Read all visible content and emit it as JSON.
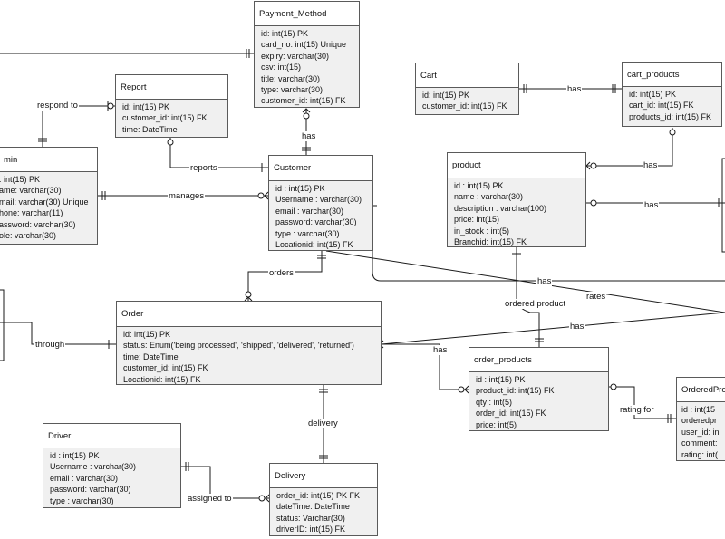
{
  "entities": {
    "payment_method": {
      "title": "Payment_Method",
      "attrs": [
        "id: int(15) PK",
        "card_no: int(15) Unique",
        "expiry: varchar(30)",
        "csv: int(15)",
        "title: varchar(30)",
        "type: varchar(30)",
        "customer_id: int(15) FK"
      ]
    },
    "report": {
      "title": "Report",
      "attrs": [
        "id: int(15) PK",
        "customer_id: int(15) FK",
        "time: DateTime"
      ]
    },
    "admin": {
      "title": "min",
      "attrs": [
        ": int(15) PK",
        "ame: varchar(30)",
        "mail: varchar(30) Unique",
        "hone: varchar(11)",
        "assword: varchar(30)",
        "ole: varchar(30)"
      ]
    },
    "customer": {
      "title": "Customer",
      "attrs": [
        "id : int(15) PK",
        "Username : varchar(30)",
        "email : varchar(30)",
        "password: varchar(30)",
        "type : varchar(30)",
        "Locationid: int(15) FK"
      ]
    },
    "cart": {
      "title": "Cart",
      "attrs": [
        "id: int(15) PK",
        "customer_id: int(15) FK"
      ]
    },
    "cart_products": {
      "title": "cart_products",
      "attrs": [
        "id: int(15) PK",
        "cart_id: int(15) FK",
        "products_id: int(15) FK"
      ]
    },
    "product": {
      "title": "product",
      "attrs": [
        "id : int(15) PK",
        "name : varchar(30)",
        "description : varchar(100)",
        "price: int(15)",
        "in_stock : int(5)",
        "Branchid: int(15) FK"
      ]
    },
    "order": {
      "title": "Order",
      "attrs": [
        "id: int(15) PK",
        "status: Enum('being processed', 'shipped', 'delivered', 'returned')",
        "time: DateTime",
        "customer_id: int(15) FK",
        "Locationid: int(15) FK"
      ]
    },
    "order_products": {
      "title": "order_products",
      "attrs": [
        "id : int(15) PK",
        "product_id: int(15) FK",
        "qty : int(5)",
        "order_id: int(15) FK",
        "price: int(5)"
      ]
    },
    "driver": {
      "title": "Driver",
      "attrs": [
        "id : int(15) PK",
        "Username : varchar(30)",
        "email : varchar(30)",
        "password: varchar(30)",
        "type : varchar(30)"
      ]
    },
    "delivery": {
      "title": "Delivery",
      "attrs": [
        "order_id: int(15) PK FK",
        "dateTime: DateTime",
        "status: Varchar(30)",
        "driverID: int(15) FK"
      ]
    },
    "ordered_product": {
      "title": "OrderedPro",
      "attrs": [
        "id : int(15",
        "orderedpr",
        "user_id: in",
        "comment:",
        "rating: int("
      ]
    }
  },
  "relations": {
    "respond_to": "respond to",
    "has_payment": "has",
    "reports": "reports",
    "manages": "manages",
    "has_cart": "has",
    "has_cart_products": "has",
    "has_product_right": "has",
    "orders": "orders",
    "has_order_products": "has",
    "ordered_product": "ordered product",
    "has_product": "has",
    "rates": "rates",
    "has_order": "has",
    "through": "through",
    "delivery": "delivery",
    "assigned_to": "assigned to",
    "rating_for": "rating for"
  }
}
